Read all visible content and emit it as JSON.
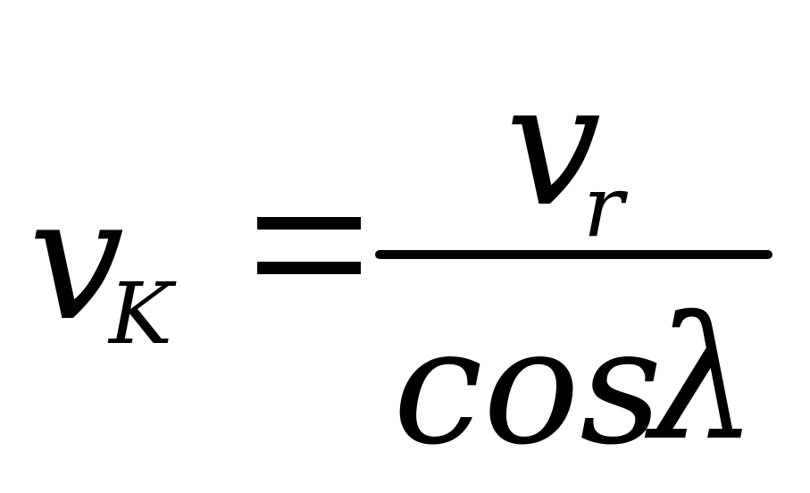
{
  "formula": {
    "lhs": {
      "symbol": "v",
      "subscript": "K"
    },
    "relation": "=",
    "rhs": {
      "numerator": {
        "symbol": "v",
        "subscript": "r"
      },
      "denominator": {
        "function": "cos",
        "argument": "λ"
      }
    }
  }
}
